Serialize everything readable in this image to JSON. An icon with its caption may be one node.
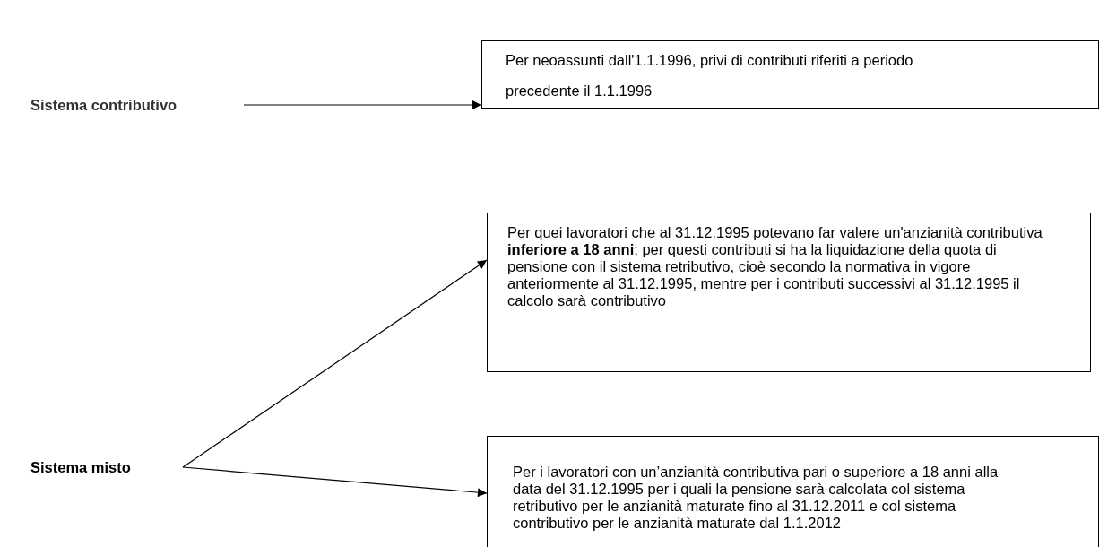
{
  "diagram": {
    "nodes": [
      {
        "text": [
          "Sistema contributivo"
        ]
      },
      {
        "text": [
          "Per neoassunti dall'1.1.1996, privi di contributi riferiti a periodo precedente il 1.1.1996"
        ]
      },
      {
        "text": [
          "Sistema misto"
        ]
      },
      {
        "text": [
          "Per quei lavoratori che al 31.12.1995 potevano far valere un'anzianità contributiva **inferiore a 18 anni**; per questi contributi si ha la liquidazione della quota di pensione con il sistema retributivo, cioè secondo la normativa in vigore anteriormente al 31.12.1995, mentre per i contributi successivi al 31.12.1995 il calcolo sarà contributivo"
        ]
      },
      {
        "text": [
          "Per i lavoratori con un’anzianità contributiva pari o superiore a 18 anni alla data del 31.12.1995 per i quali la pensione sarà calcolata col sistema retributivo per le anzianità maturate fino al 31.12.2011 e col sistema contributivo per le anzianità maturate dal 1.1.2012"
        ]
      }
    ],
    "edges": [
      {
        "from": 0,
        "to": 1,
        "arrow": "to"
      },
      {
        "from": 2,
        "to": 3,
        "arrow": "to"
      },
      {
        "from": 2,
        "to": 4,
        "arrow": "to"
      }
    ]
  }
}
